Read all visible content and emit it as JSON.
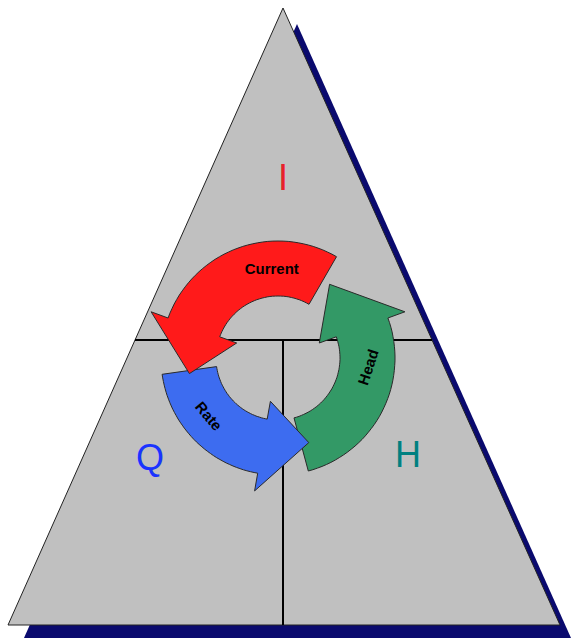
{
  "diagram": {
    "nodes": [
      {
        "text": [
          "Current"
        ]
      },
      {
        "text": [
          "Head"
        ]
      },
      {
        "text": [
          "Rate"
        ]
      }
    ],
    "labels": [
      "I",
      "Q",
      "H"
    ]
  }
}
